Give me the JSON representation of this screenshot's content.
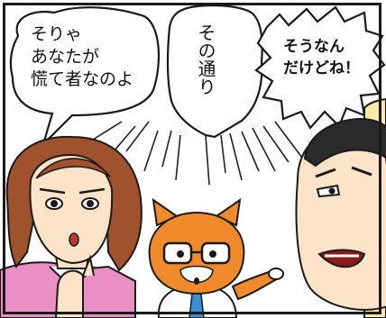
{
  "bubbles": {
    "woman": {
      "lines": [
        "そりゃ",
        "あなたが",
        "慌て者なのよ"
      ]
    },
    "cat": {
      "text": "その通り"
    },
    "man": {
      "lines": [
        "そうなん",
        "だけどね！"
      ]
    }
  },
  "characters": [
    "woman",
    "cat",
    "man"
  ],
  "colors": {
    "cat_orange": "#f08a2a",
    "hair_brown": "#a0522d",
    "jacket_pink": "#e98fc4",
    "skin": "#fde3c8",
    "man_shirt": "#fbe9a8",
    "tie_blue": "#3b8fd6",
    "ink": "#1a1a1a"
  }
}
